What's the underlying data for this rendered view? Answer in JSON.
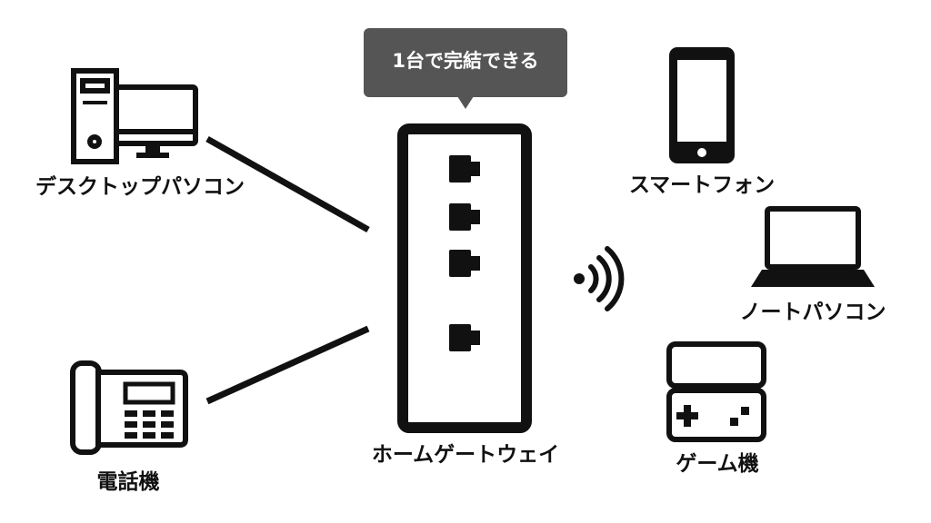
{
  "colors": {
    "ink": "#111111",
    "callout_bg": "#555555",
    "callout_text": "#ffffff",
    "background": "#ffffff"
  },
  "callout": {
    "text": "1台で完結できる"
  },
  "hub": {
    "label": "ホームゲートウェイ",
    "icon": "gateway-router-icon"
  },
  "left_devices": [
    {
      "label": "デスクトップパソコン",
      "icon": "desktop-pc-icon"
    },
    {
      "label": "電話機",
      "icon": "telephone-icon"
    }
  ],
  "right_devices": [
    {
      "label": "スマートフォン",
      "icon": "smartphone-icon"
    },
    {
      "label": "ノートパソコン",
      "icon": "laptop-icon"
    },
    {
      "label": "ゲーム機",
      "icon": "game-console-icon"
    }
  ],
  "wireless": {
    "icon": "wifi-signal-icon"
  }
}
